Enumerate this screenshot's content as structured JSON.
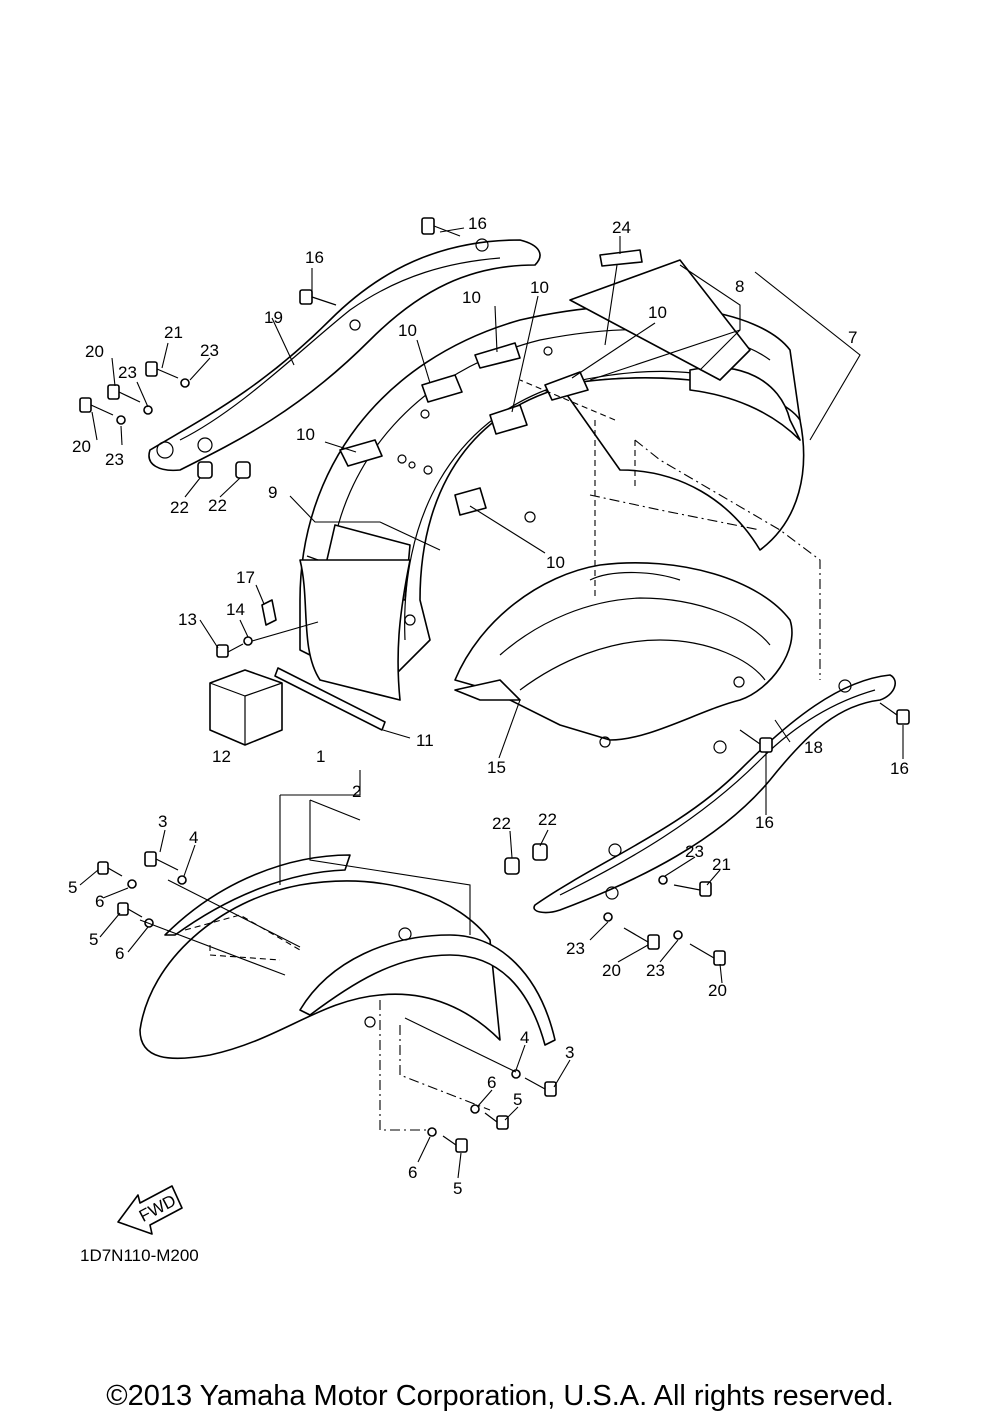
{
  "diagram": {
    "callouts": [
      {
        "id": "c24",
        "text": "24"
      },
      {
        "id": "c16a",
        "text": "16"
      },
      {
        "id": "c16b",
        "text": "16"
      },
      {
        "id": "c8",
        "text": "8"
      },
      {
        "id": "c10a",
        "text": "10"
      },
      {
        "id": "c10b",
        "text": "10"
      },
      {
        "id": "c10c",
        "text": "10"
      },
      {
        "id": "c10d",
        "text": "10"
      },
      {
        "id": "c10e",
        "text": "10"
      },
      {
        "id": "c10f",
        "text": "10"
      },
      {
        "id": "c7",
        "text": "7"
      },
      {
        "id": "c19",
        "text": "19"
      },
      {
        "id": "c21a",
        "text": "21"
      },
      {
        "id": "c20a",
        "text": "20"
      },
      {
        "id": "c23a",
        "text": "23"
      },
      {
        "id": "c23b",
        "text": "23"
      },
      {
        "id": "c20b",
        "text": "20"
      },
      {
        "id": "c23c",
        "text": "23"
      },
      {
        "id": "c22a",
        "text": "22"
      },
      {
        "id": "c22b",
        "text": "22"
      },
      {
        "id": "c9",
        "text": "9"
      },
      {
        "id": "c17",
        "text": "17"
      },
      {
        "id": "c13",
        "text": "13"
      },
      {
        "id": "c14",
        "text": "14"
      },
      {
        "id": "c12",
        "text": "12"
      },
      {
        "id": "c11",
        "text": "11"
      },
      {
        "id": "c15",
        "text": "15"
      },
      {
        "id": "c18",
        "text": "18"
      },
      {
        "id": "c16c",
        "text": "16"
      },
      {
        "id": "c16d",
        "text": "16"
      },
      {
        "id": "c1",
        "text": "1"
      },
      {
        "id": "c2",
        "text": "2"
      },
      {
        "id": "c3a",
        "text": "3"
      },
      {
        "id": "c4a",
        "text": "4"
      },
      {
        "id": "c5a",
        "text": "5"
      },
      {
        "id": "c6a",
        "text": "6"
      },
      {
        "id": "c5b",
        "text": "5"
      },
      {
        "id": "c6b",
        "text": "6"
      },
      {
        "id": "c22c",
        "text": "22"
      },
      {
        "id": "c22d",
        "text": "22"
      },
      {
        "id": "c23d",
        "text": "23"
      },
      {
        "id": "c21b",
        "text": "21"
      },
      {
        "id": "c23e",
        "text": "23"
      },
      {
        "id": "c20c",
        "text": "20"
      },
      {
        "id": "c23f",
        "text": "23"
      },
      {
        "id": "c20d",
        "text": "20"
      },
      {
        "id": "c4b",
        "text": "4"
      },
      {
        "id": "c3b",
        "text": "3"
      },
      {
        "id": "c6c",
        "text": "6"
      },
      {
        "id": "c5c",
        "text": "5"
      },
      {
        "id": "c6d",
        "text": "6"
      },
      {
        "id": "c5d",
        "text": "5"
      }
    ],
    "fwd_label": "FWD",
    "diagram_code": "1D7N110-M200"
  },
  "footer": {
    "copyright": "©2013 Yamaha Motor Corporation, U.S.A. All rights reserved."
  }
}
